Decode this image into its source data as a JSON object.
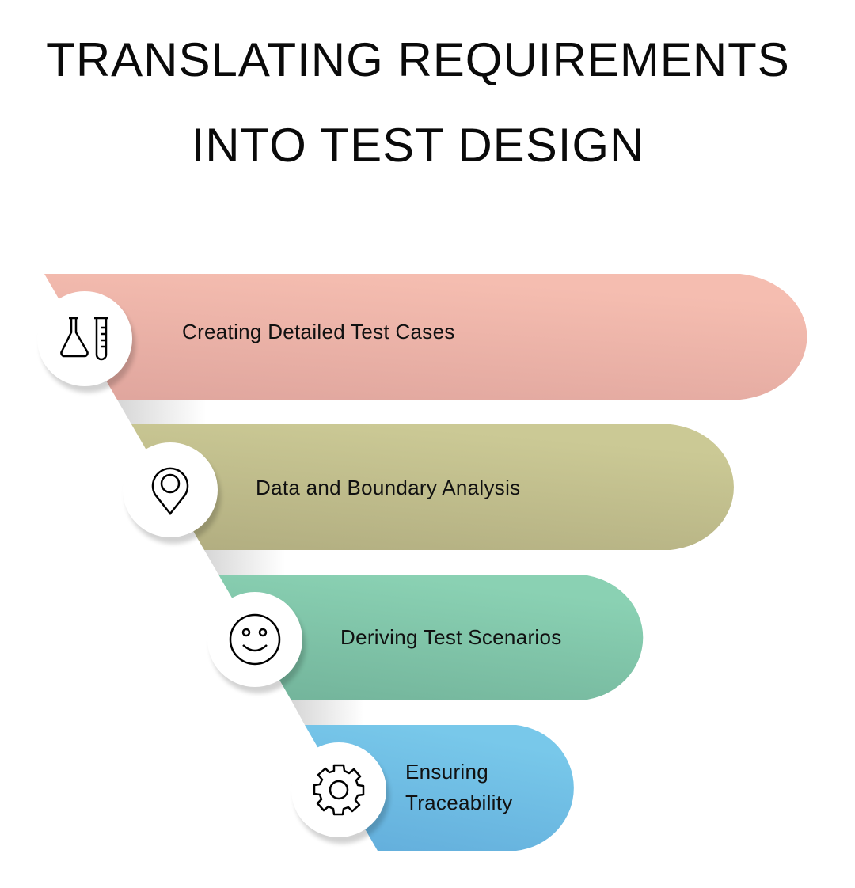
{
  "title": {
    "line1": "TRANSLATING REQUIREMENTS",
    "line2": "INTO TEST DESIGN"
  },
  "steps": [
    {
      "label": "Creating Detailed Test Cases",
      "icon": "lab-flask-icon",
      "color": "#f5bdb0"
    },
    {
      "label": "Data and Boundary Analysis",
      "icon": "location-pin-icon",
      "color": "#cbc995"
    },
    {
      "label": "Deriving Test Scenarios",
      "icon": "smiley-face-icon",
      "color": "#8ad1b3"
    },
    {
      "label1": "Ensuring",
      "label2": "Traceability",
      "icon": "gear-icon",
      "color": "#78c8ea"
    }
  ]
}
